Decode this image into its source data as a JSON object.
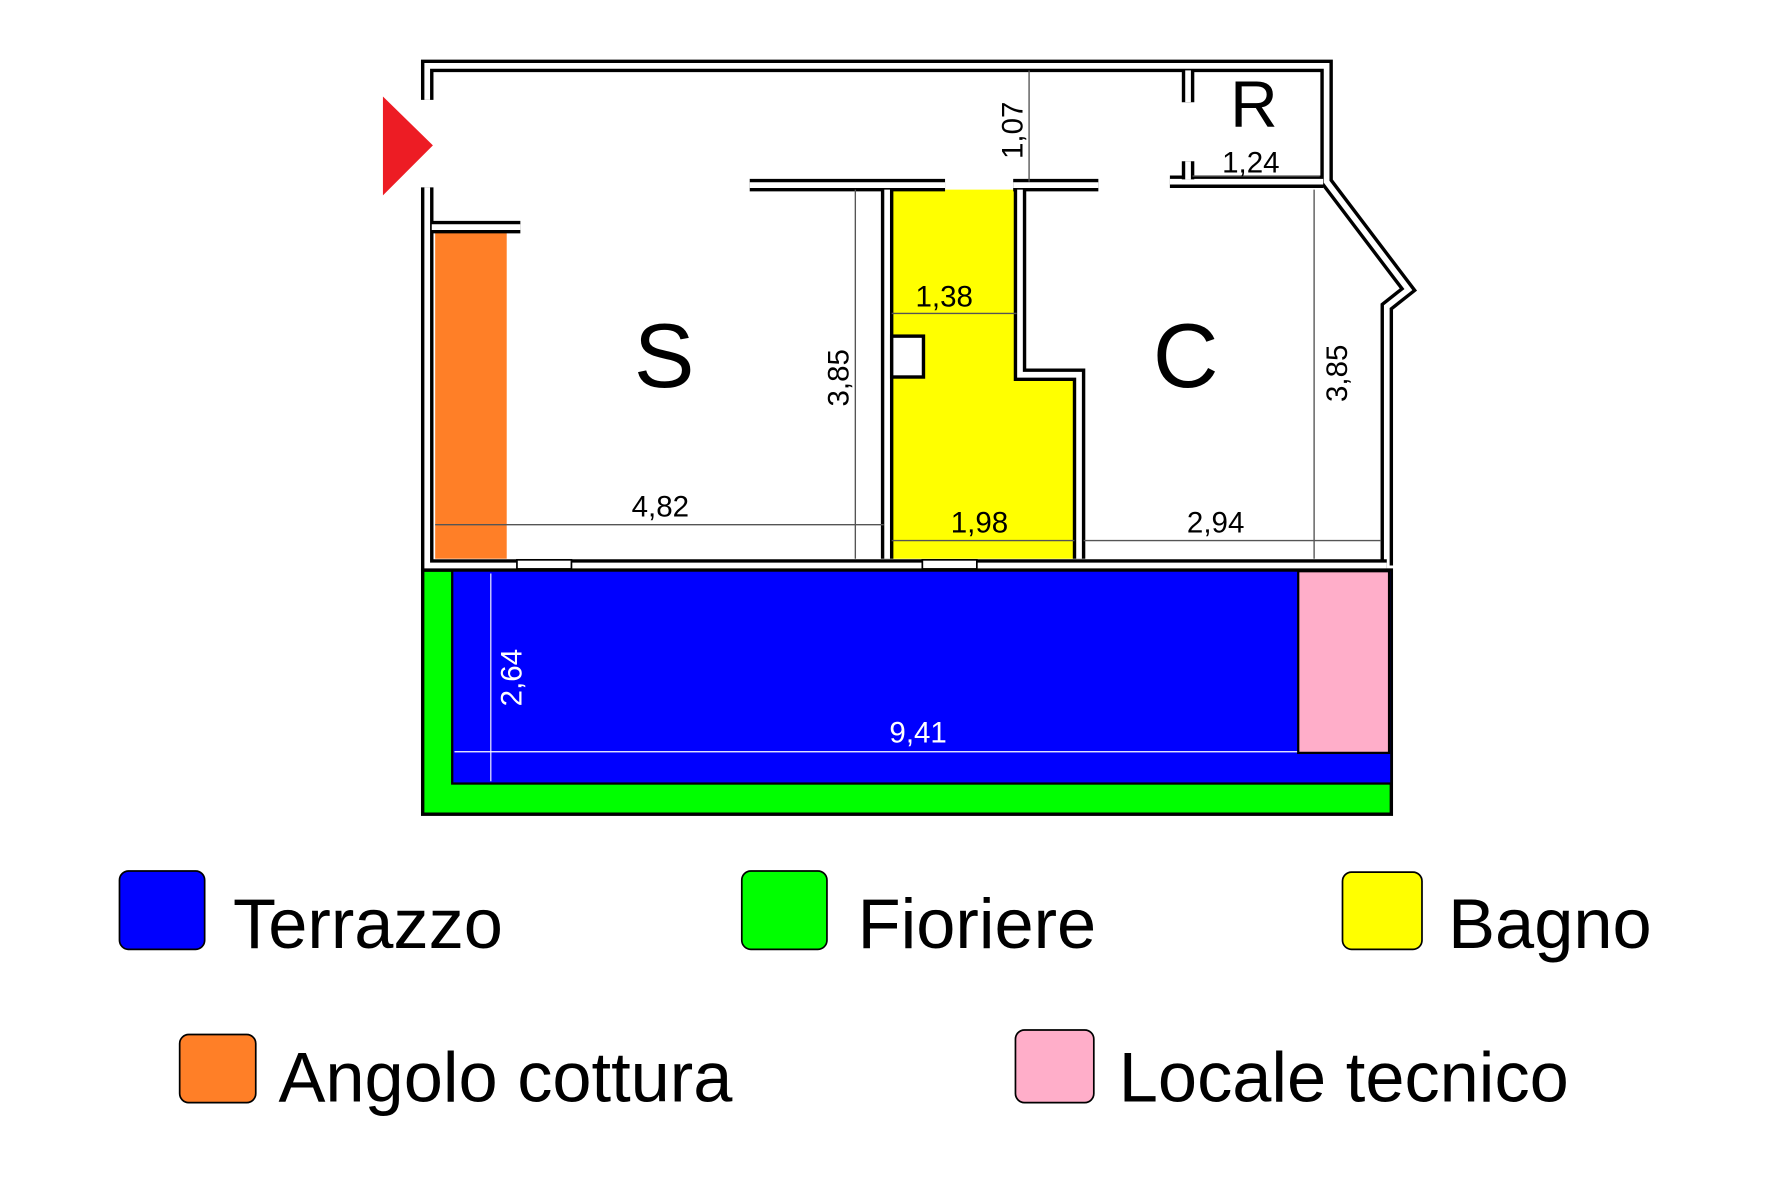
{
  "rooms": {
    "soggiorno": "S",
    "camera": "C",
    "ripostiglio": "R"
  },
  "dimensions": {
    "corridor_height": "1,07",
    "storage_width": "1,24",
    "living_height": "3,85",
    "living_width": "4,82",
    "bath_top_width": "1,38",
    "bath_bottom_width": "1,98",
    "bedroom_width": "2,94",
    "bedroom_height": "3,85",
    "terrace_depth": "2,64",
    "terrace_width": "9,41"
  },
  "legend": [
    {
      "label": "Terrazzo",
      "color": "#0000ff"
    },
    {
      "label": "Fioriere",
      "color": "#00ff00"
    },
    {
      "label": "Bagno",
      "color": "#ffff00"
    },
    {
      "label": "Angolo cottura",
      "color": "#ff7f27"
    },
    {
      "label": "Locale tecnico",
      "color": "#ffaec9"
    }
  ],
  "colors": {
    "entrance_arrow": "#ed1c24",
    "wall": "#000000"
  }
}
